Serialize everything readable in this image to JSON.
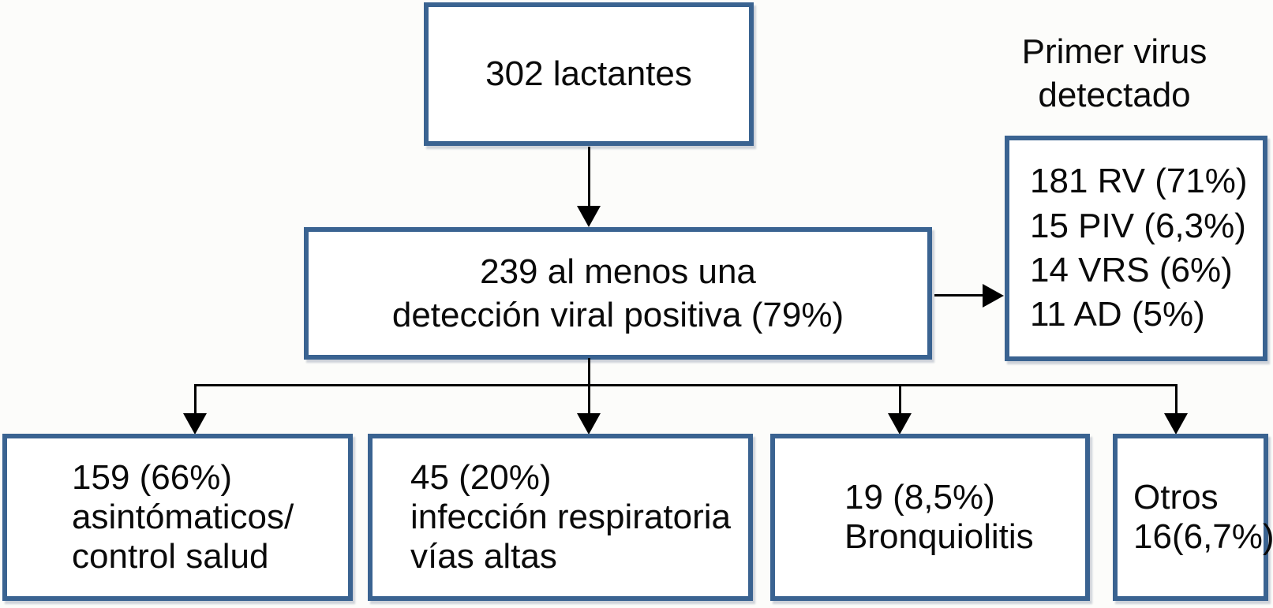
{
  "theme": {
    "box-border": "#3A6391",
    "arrow": "#000000",
    "bg": "#FCFCFA",
    "text": "#0A0A0A"
  },
  "flowchart": {
    "top_box": {
      "text": "302 lactantes"
    },
    "middle_box": {
      "lines": [
        "239 al menos una",
        "detección viral positiva (79%)"
      ]
    },
    "side_label": {
      "lines": [
        "Primer virus",
        "detectado"
      ]
    },
    "virus_box": {
      "items": [
        "181 RV (71%)",
        "15 PIV (6,3%)",
        "14 VRS (6%)",
        "11 AD (5%)"
      ]
    },
    "outcome_boxes": [
      {
        "lines": [
          "159 (66%)",
          "asintómaticos/",
          "control salud"
        ]
      },
      {
        "lines": [
          "45 (20%)",
          "infección respiratoria",
          "vías altas"
        ]
      },
      {
        "lines": [
          "19 (8,5%)",
          "Bronquiolitis"
        ]
      },
      {
        "lines": [
          "Otros",
          "16(6,7%)"
        ]
      }
    ]
  }
}
